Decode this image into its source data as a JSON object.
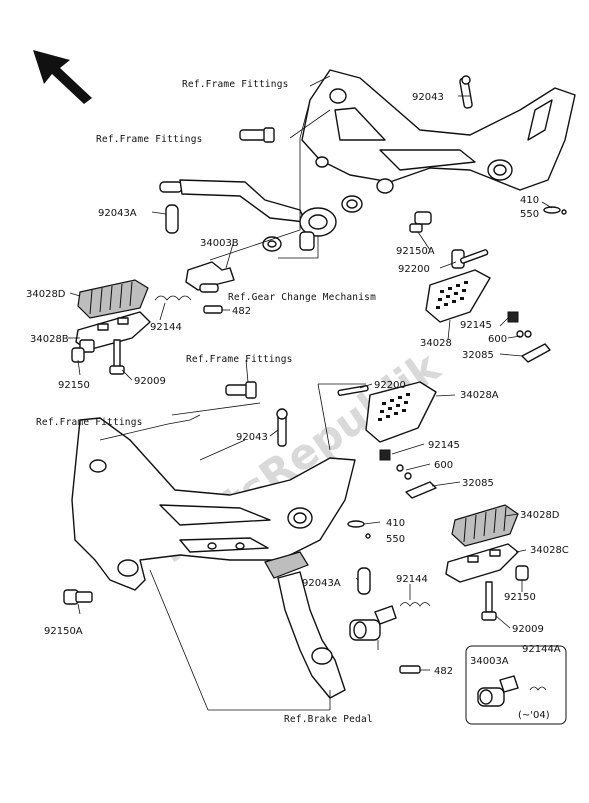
{
  "watermark": "PartsRepublik",
  "refs": {
    "frame_fittings_1": "Ref.Frame Fittings",
    "frame_fittings_2": "Ref.Frame Fittings",
    "frame_fittings_3": "Ref.Frame Fittings",
    "frame_fittings_4": "Ref.Frame Fittings",
    "gear_change": "Ref.Gear Change Mechanism",
    "brake_pedal": "Ref.Brake Pedal"
  },
  "parts": {
    "p92043_top": "92043",
    "p410_top": "410",
    "p550_top": "550",
    "p92043A_left": "92043A",
    "p34003B": "34003B",
    "p92150A_top": "92150A",
    "p92200_top": "92200",
    "p34028D_left": "34028D",
    "p92144_left": "92144",
    "p482_top": "482",
    "p34028B": "34028B",
    "p92145_top": "92145",
    "p600_top": "600",
    "p34028": "34028",
    "p32085_top": "32085",
    "p92150_left": "92150",
    "p92009_left": "92009",
    "p92200_mid": "92200",
    "p34028A": "34028A",
    "p92043_mid": "92043",
    "p92145_mid": "92145",
    "p600_mid": "600",
    "p32085_mid": "32085",
    "p34028D_right": "34028D",
    "p410_mid": "410",
    "p550_mid": "550",
    "p34028C": "34028C",
    "p92043A_bottom": "92043A",
    "p92144_bottom": "92144",
    "p92150_right": "92150",
    "p92009_right": "92009",
    "p92150A_bottom": "92150A",
    "p482_bottom": "482",
    "p34003A": "34003A",
    "p92144A": "92144A",
    "inset_note": "(~'04)"
  }
}
